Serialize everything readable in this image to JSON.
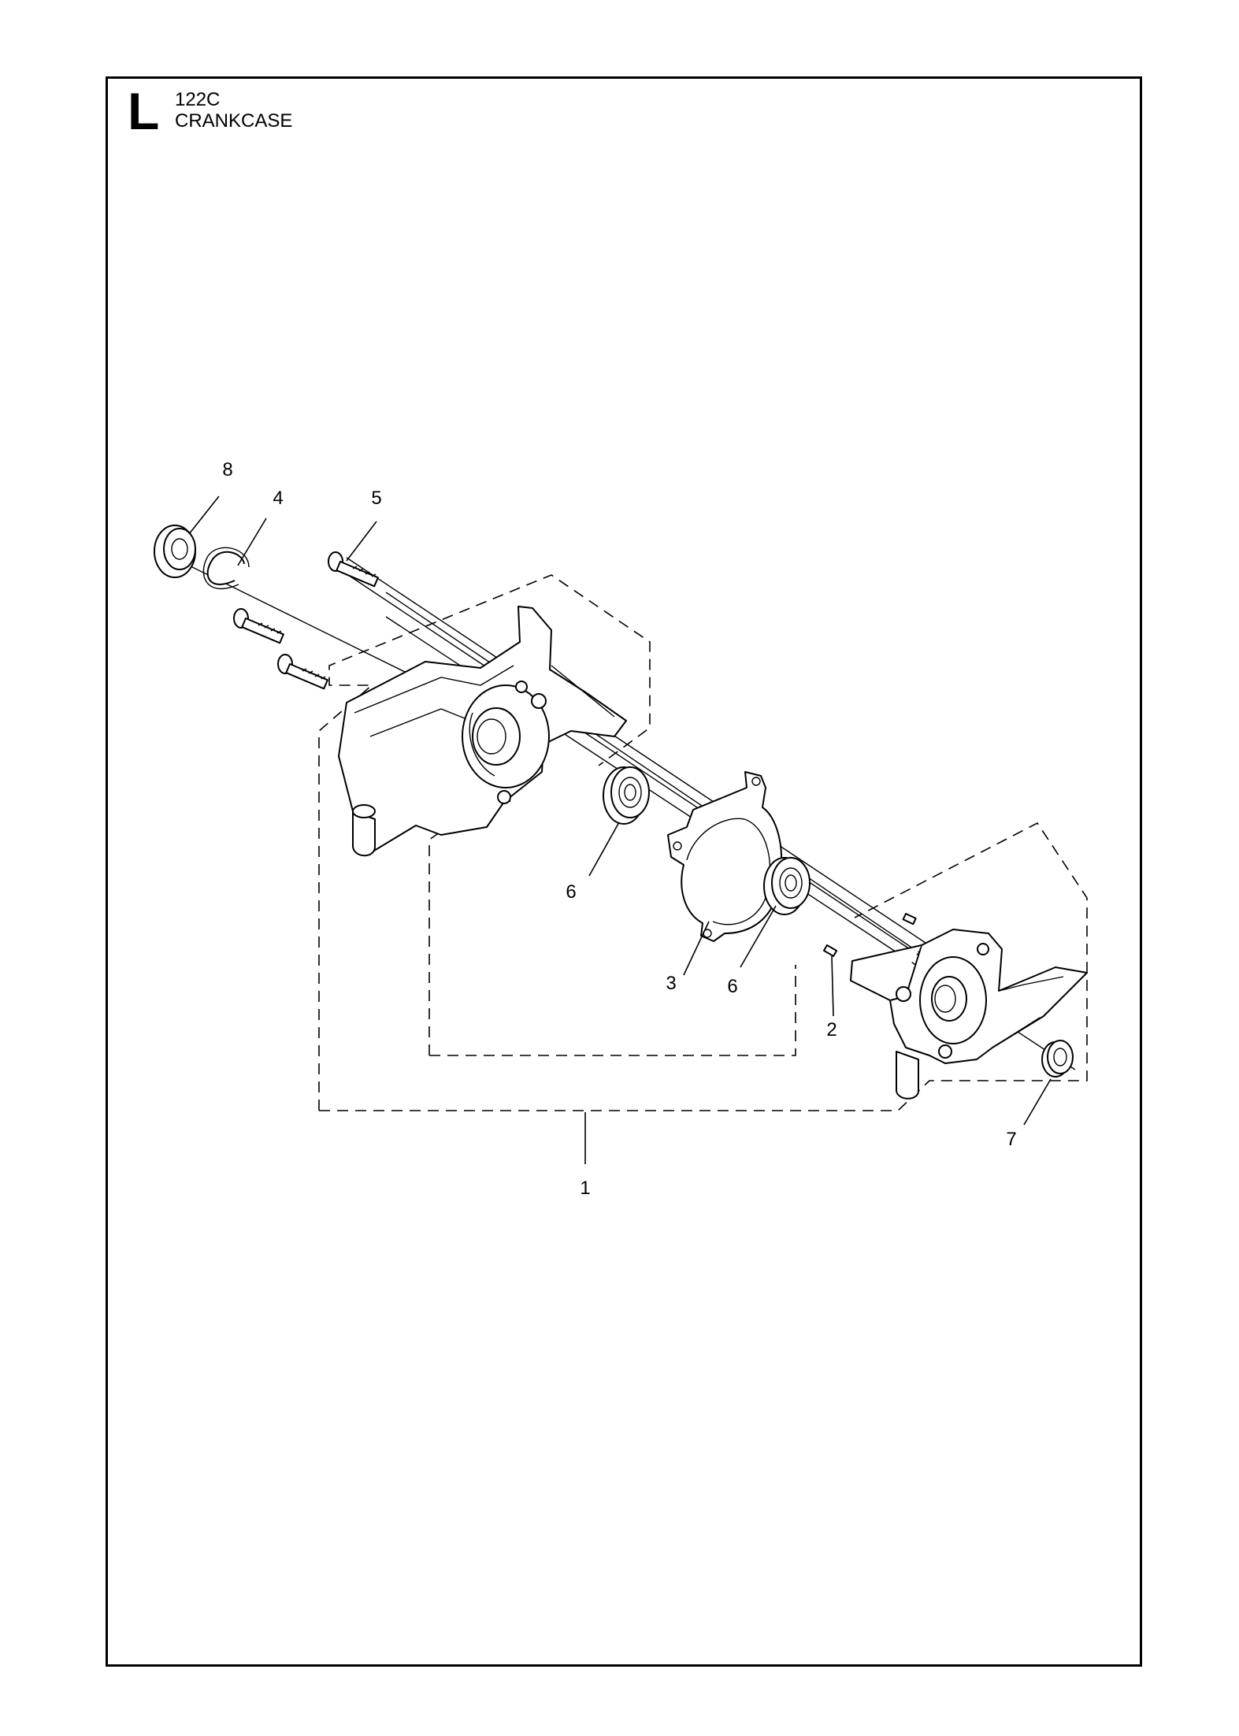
{
  "header": {
    "section_letter": "L",
    "model": "122C",
    "title": "CRANKCASE"
  },
  "callouts": {
    "c1": "1",
    "c2": "2",
    "c3": "3",
    "c4": "4",
    "c5": "5",
    "c6a": "6",
    "c6b": "6",
    "c7": "7",
    "c8": "8"
  }
}
